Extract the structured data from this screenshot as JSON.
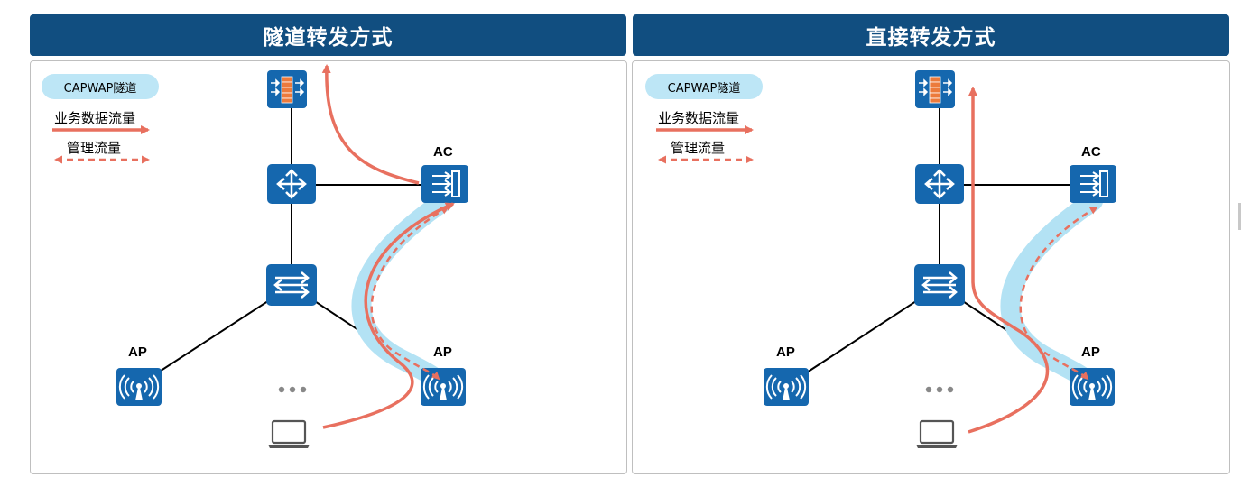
{
  "panels": [
    {
      "title": "隧道转发方式",
      "legend": {
        "tunnel": "CAPWAP隧道",
        "data_flow": "业务数据流量",
        "mgmt_flow": "管理流量"
      },
      "nodes": {
        "ac": "AC",
        "ap_left": "AP",
        "ap_right": "AP"
      }
    },
    {
      "title": "直接转发方式",
      "legend": {
        "tunnel": "CAPWAP隧道",
        "data_flow": "业务数据流量",
        "mgmt_flow": "管理流量"
      },
      "nodes": {
        "ac": "AC",
        "ap_left": "AP",
        "ap_right": "AP"
      }
    }
  ],
  "colors": {
    "header": "#114e80",
    "device": "#1567ae",
    "flow": "#e8705f",
    "tunnel": "#b3e2f4",
    "firewall": "#ec7a3c"
  },
  "icons": [
    "firewall-icon",
    "router-icon",
    "switch-icon",
    "ac-icon",
    "ap-icon",
    "laptop-icon",
    "ellipsis-icon"
  ]
}
